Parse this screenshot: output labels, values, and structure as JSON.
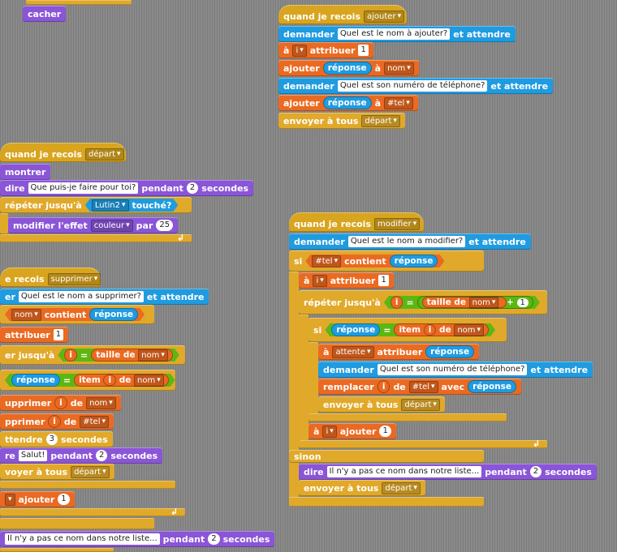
{
  "s1": {
    "cacher": "cacher"
  },
  "s2": {
    "quand": "quand je recois",
    "msg": "ajouter",
    "demander": "demander",
    "q1": "Quel est le nom à ajouter?",
    "et_attendre": "et attendre",
    "a": "à",
    "var_i": "i",
    "attribuer": "attribuer",
    "v1": "1",
    "ajouter": "ajouter",
    "reponse": "réponse",
    "list_nom": "nom",
    "q2": "Quel est son numéro de téléphone?",
    "list_tel": "#tel",
    "envoyer": "envoyer à tous",
    "depart": "départ"
  },
  "s3": {
    "quand": "quand je recois",
    "msg": "départ",
    "montrer": "montrer",
    "dire": "dire",
    "dire_txt": "Que puis-je faire pour toi?",
    "pendant": "pendant",
    "sec_val": "2",
    "secondes": "secondes",
    "repeter": "répéter jusqu'à",
    "sprite": "Lutin2",
    "touche": "touché?",
    "modifier": "modifier l'effet",
    "effet": "couleur",
    "par": "par",
    "par_val": "25"
  },
  "s4": {
    "recois": "e recois",
    "msg": "supprimer",
    "er": "er",
    "q": "Quel est le nom a supprimer?",
    "et_attendre": "et attendre",
    "nom": "nom",
    "contient": "contient",
    "reponse": "réponse",
    "attribuer": "attribuer",
    "v1": "1",
    "jusqua": "er jusqu'à",
    "i": "i",
    "eq": "=",
    "taille": "taille de",
    "nom2": "nom",
    "reponse2": "réponse",
    "eq2": "=",
    "item": "item",
    "i2": "i",
    "de": "de",
    "nom3": "nom",
    "upprimer": "upprimer",
    "i3": "i",
    "de2": "de",
    "nom4": "nom",
    "upprimer2": "pprimer",
    "i4": "i",
    "de3": "de",
    "tel": "#tel",
    "attendre": "ttendre",
    "att_val": "3",
    "att_sec": "secondes",
    "re": "re",
    "salut": "Salut!",
    "pendant": "pendant",
    "sec_val": "2",
    "secondes": "secondes",
    "voyer": "voyer à tous",
    "depart": "départ",
    "ajouter": "ajouter",
    "aj_val": "1",
    "il_ny": "Il n'y a pas ce nom dans notre liste...",
    "pendant2": "pendant",
    "sec_val2": "2",
    "secondes2": "secondes"
  },
  "s5": {
    "quand": "quand je recois",
    "msg": "modifier",
    "demander": "demander",
    "q1": "Quel est le nom a modifier?",
    "et_attendre": "et attendre",
    "si": "si",
    "tel": "#tel",
    "contient": "contient",
    "reponse": "réponse",
    "a": "à",
    "var_i": "i",
    "attribuer": "attribuer",
    "v1": "1",
    "repeter": "répéter jusqu'à",
    "i": "i",
    "eq": "=",
    "taille": "taille de",
    "nom": "nom",
    "plus": "+",
    "v_plus": "1",
    "si2": "si",
    "reponse2": "réponse",
    "eq2": "=",
    "item": "item",
    "i2": "i",
    "de": "de",
    "nom2": "nom",
    "a2": "à",
    "attente": "attente",
    "attribuer2": "attribuer",
    "reponse3": "réponse",
    "demander2": "demander",
    "q2": "Quel est son numéro de téléphone?",
    "et_attendre2": "et attendre",
    "remplacer": "remplacer",
    "i3": "i",
    "de2": "de",
    "tel2": "#tel",
    "avec": "avec",
    "reponse4": "réponse",
    "envoyer": "envoyer à tous",
    "depart": "départ",
    "a3": "à",
    "var_i2": "i",
    "ajouter": "ajouter",
    "aj_val": "1",
    "sinon": "sinon",
    "dire": "dire",
    "il_ny": "Il n'y a pas ce nom dans notre liste...",
    "pendant": "pendant",
    "sec_val": "2",
    "secondes": "secondes",
    "envoyer2": "envoyer à tous",
    "depart2": "départ"
  }
}
